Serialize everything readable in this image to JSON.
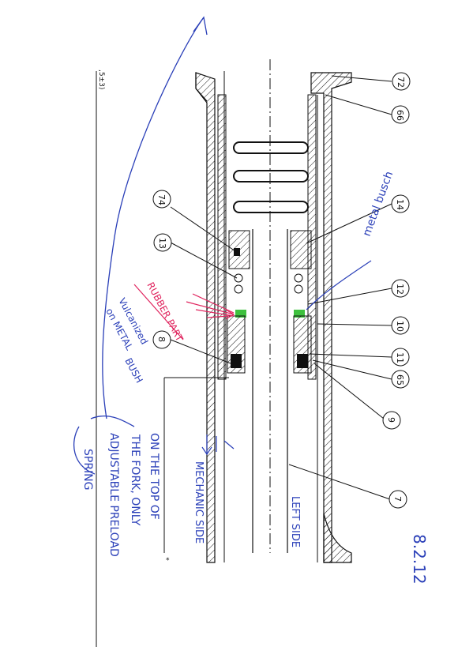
{
  "drawing": {
    "dimension_label": ",5±3)",
    "star_mark": "*"
  },
  "callouts": [
    {
      "id": "72",
      "label": "72"
    },
    {
      "id": "66",
      "label": "66"
    },
    {
      "id": "14",
      "label": "14"
    },
    {
      "id": "74",
      "label": "74"
    },
    {
      "id": "13",
      "label": "13"
    },
    {
      "id": "12",
      "label": "12"
    },
    {
      "id": "10",
      "label": "10"
    },
    {
      "id": "8",
      "label": "8"
    },
    {
      "id": "11",
      "label": "11"
    },
    {
      "id": "65",
      "label": "65"
    },
    {
      "id": "9",
      "label": "9"
    },
    {
      "id": "7",
      "label": "7"
    }
  ],
  "annotations": {
    "metal_bush": "metal busch",
    "rubber_part": "RUBBER PART",
    "vulcanized_line1": "Vulcanized",
    "vulcanized_line2": "on METAL",
    "vulcanized_line3": "BUSH",
    "top_note_line1": "ON THE TOP OF",
    "top_note_line2": "THE FORK, ONLY",
    "top_note_line3": "ADJUSTABLE PRELOAD",
    "top_note_line4": "SPRING",
    "mechanic_side": "MECHANIC SIDE",
    "left_side": "LEFT SIDE",
    "date": "8.2.12"
  },
  "colors": {
    "ink": "#111111",
    "blue_ink": "#2a3fb8",
    "red_ink": "#e0245e",
    "green_part": "#3ec13e"
  }
}
